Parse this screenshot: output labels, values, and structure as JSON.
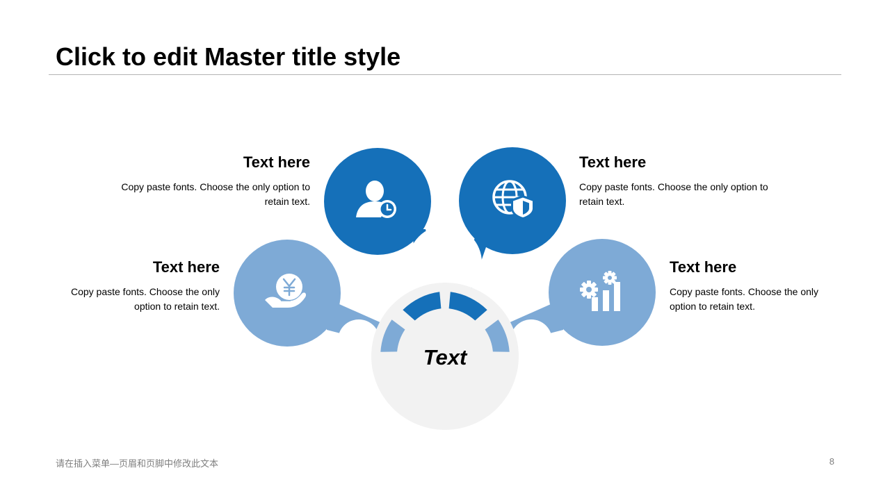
{
  "slide": {
    "title": "Click to edit Master title style"
  },
  "diagram": {
    "center_label": "Text",
    "items": [
      {
        "heading": "Text here",
        "body_line1": "Copy paste fonts. Choose the only option to",
        "body_line2": "retain text.",
        "icon": "user-clock-icon",
        "color": "#1570b9"
      },
      {
        "heading": "Text here",
        "body_line1": "Copy paste fonts. Choose the only option to",
        "body_line2": "retain text.",
        "icon": "globe-shield-icon",
        "color": "#1570b9"
      },
      {
        "heading": "Text here",
        "body_line1": "Copy paste fonts. Choose the only",
        "body_line2": "option to retain text.",
        "icon": "hand-yen-icon",
        "color": "#7eaad6"
      },
      {
        "heading": "Text here",
        "body_line1": "Copy paste fonts. Choose the only",
        "body_line2": "option to retain text.",
        "icon": "gear-bar-chart-icon",
        "color": "#7eaad6"
      }
    ]
  },
  "footer": {
    "text": "请在插入菜单—页眉和页脚中修改此文本",
    "page_number": "8"
  }
}
